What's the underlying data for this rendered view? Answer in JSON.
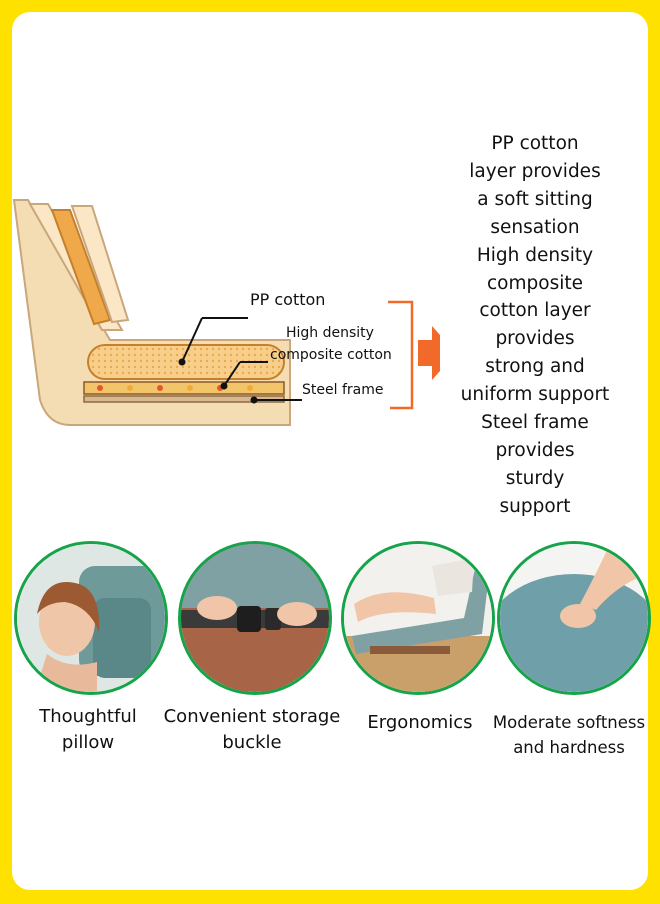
{
  "diagram": {
    "labels": {
      "pp_cotton": "PP cotton",
      "high_density_line1": "High density",
      "high_density_line2": "composite cotton",
      "steel_frame": "Steel frame"
    },
    "colors": {
      "arrow": "#f26a2a",
      "cushion": "#f4d7a4",
      "frame_border": "#ffe100",
      "circle_border": "#16a34a"
    }
  },
  "description": {
    "lines": [
      "PP cotton",
      "layer provides",
      "a soft sitting",
      "sensation",
      "High density",
      "composite",
      "cotton layer",
      "provides",
      "strong and",
      "uniform support",
      "Steel frame",
      "provides",
      "sturdy",
      "support"
    ]
  },
  "features": [
    {
      "line1": "Thoughtful",
      "line2": "pillow",
      "icon": "pillow-photo-icon"
    },
    {
      "line1": "Convenient storage",
      "line2": "buckle",
      "icon": "buckle-photo-icon"
    },
    {
      "line1": "Ergonomics",
      "line2": "",
      "icon": "ergonomics-photo-icon"
    },
    {
      "line1": "Moderate softness",
      "line2": "and hardness",
      "icon": "softness-photo-icon"
    }
  ]
}
